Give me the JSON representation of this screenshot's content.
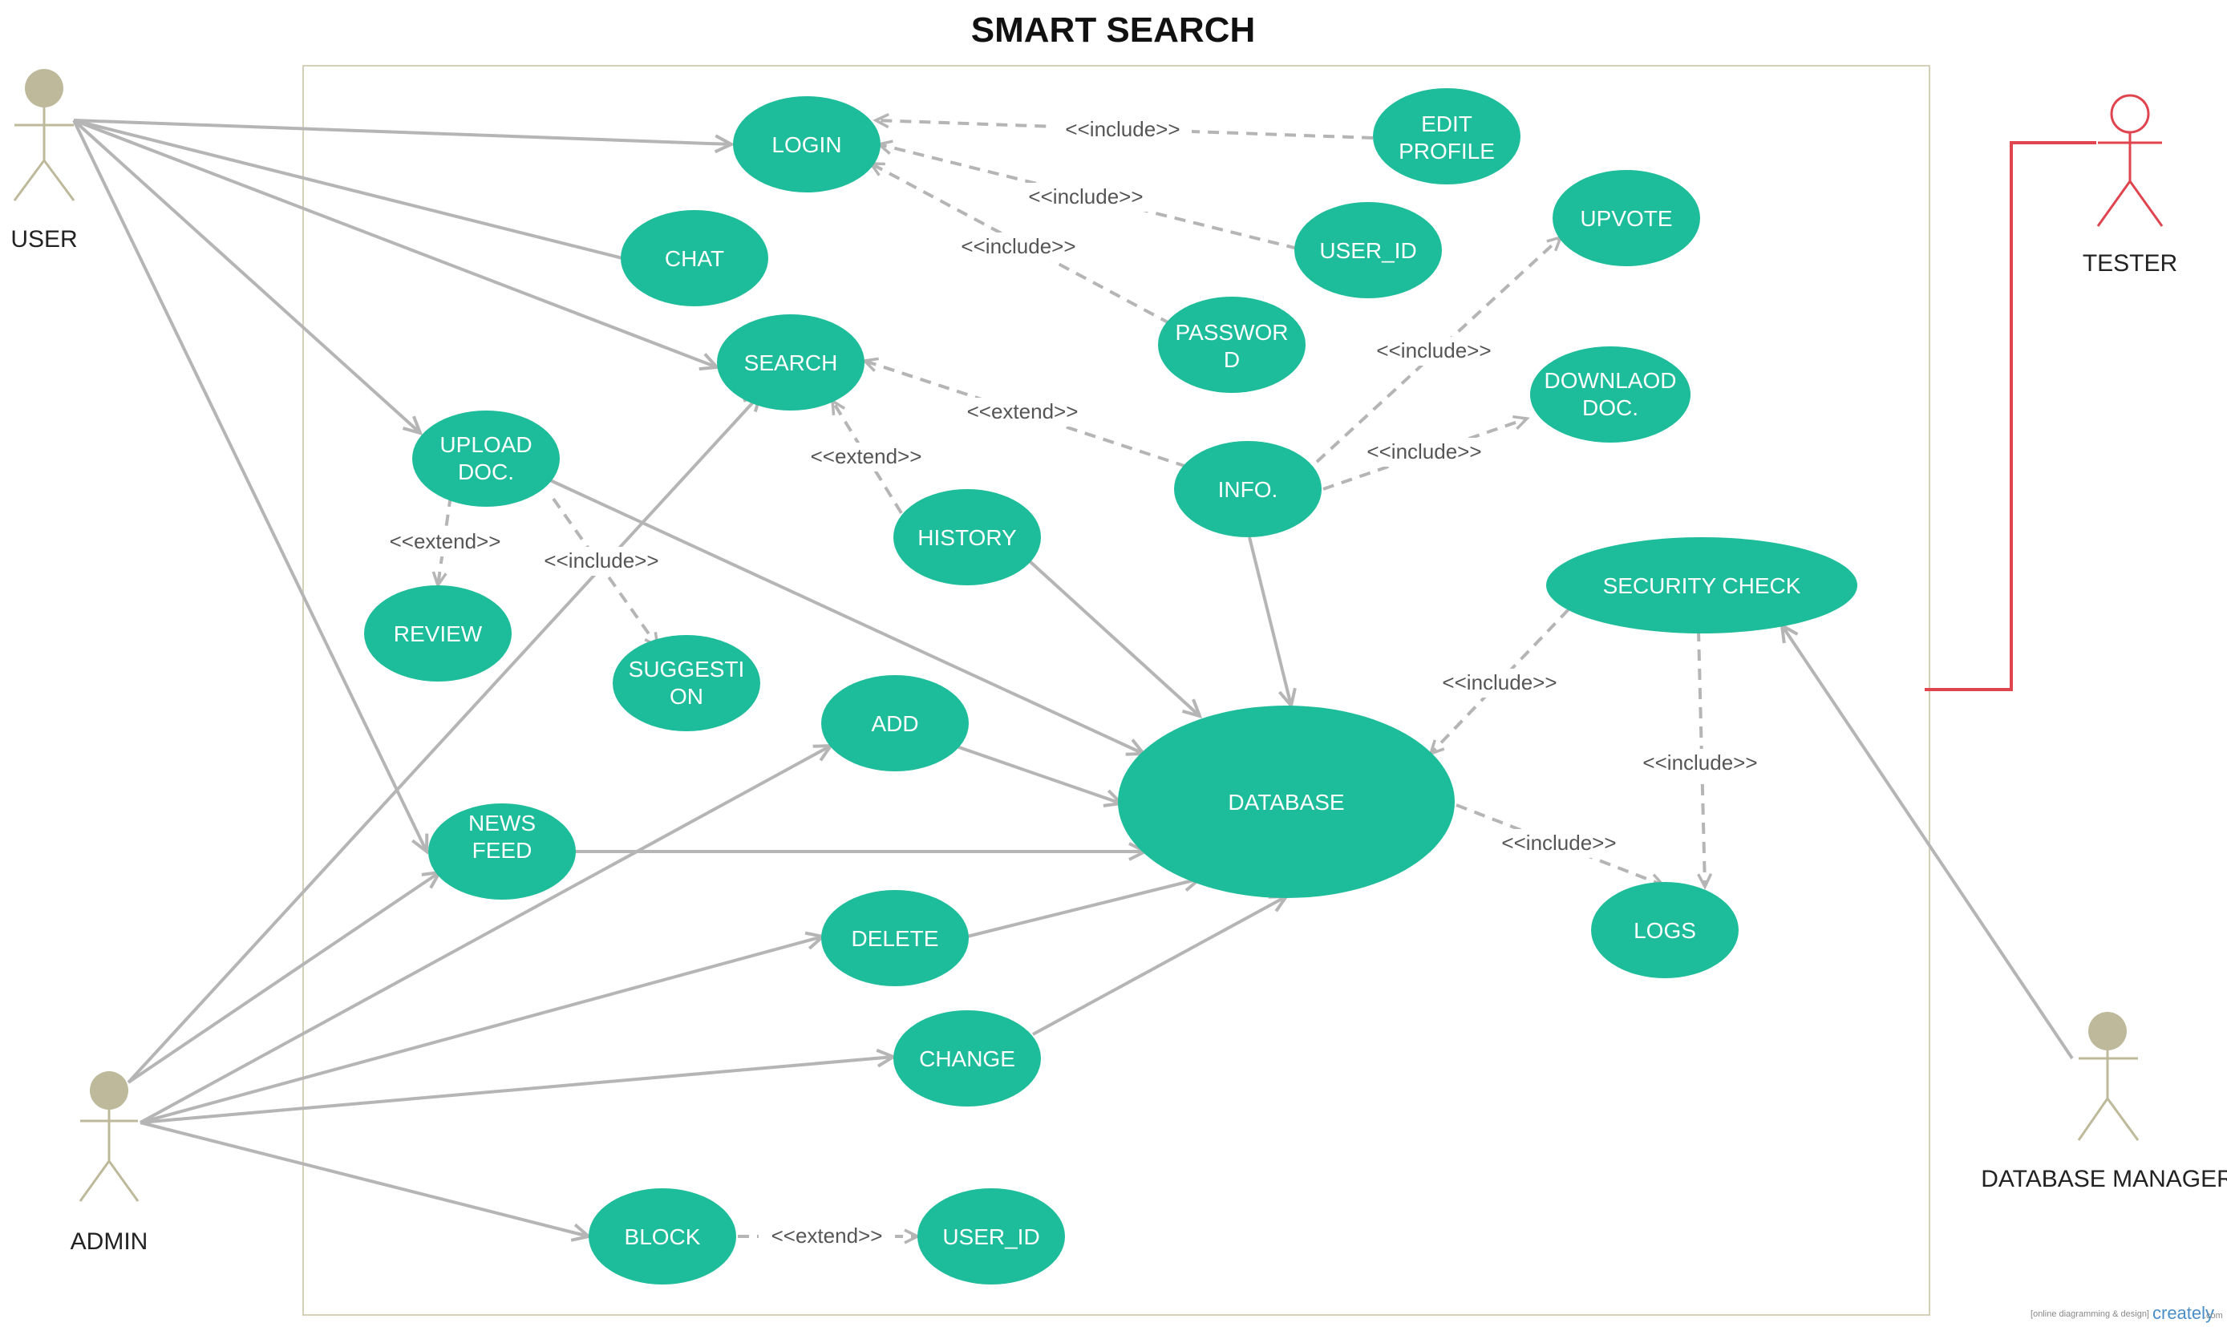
{
  "title": "SMART SEARCH",
  "colors": {
    "usecase_fill": "#1dbc9a",
    "association_line": "#b5b5b5",
    "dashed_line": "#b5b5b5",
    "boundary": "#d4d1b8",
    "actor_head": "#bdb99a",
    "tester_line": "#e0454f"
  },
  "actors": {
    "user": "USER",
    "admin": "ADMIN",
    "tester": "TESTER",
    "db_manager": "DATABASE MANAGER"
  },
  "usecases": {
    "login": [
      "LOGIN"
    ],
    "edit_profile": [
      "EDIT",
      "PROFILE"
    ],
    "chat": [
      "CHAT"
    ],
    "user_id_top": [
      "USER_ID"
    ],
    "upvote": [
      "UPVOTE"
    ],
    "search": [
      "SEARCH"
    ],
    "password": [
      "PASSWOR",
      "D"
    ],
    "download_doc": [
      "DOWNLAOD",
      "DOC."
    ],
    "upload_doc": [
      "UPLOAD",
      "DOC."
    ],
    "info": [
      "INFO."
    ],
    "history": [
      "HISTORY"
    ],
    "security_check": [
      "SECURITY CHECK"
    ],
    "review": [
      "REVIEW"
    ],
    "suggestion": [
      "SUGGESTI",
      "ON"
    ],
    "add": [
      "ADD"
    ],
    "database": [
      "DATABASE"
    ],
    "news_feed": [
      "NEWS",
      "FEED"
    ],
    "delete": [
      "DELETE"
    ],
    "logs": [
      "LOGS"
    ],
    "change": [
      "CHANGE"
    ],
    "block": [
      "BLOCK"
    ],
    "user_id_bottom": [
      "USER_ID"
    ]
  },
  "relations": {
    "edit_profile_login": "<<include>>",
    "user_id_login": "<<include>>",
    "password_login": "<<include>>",
    "info_search": "<<extend>>",
    "history_search": "<<extend>>",
    "info_upvote": "<<include>>",
    "info_download": "<<include>>",
    "upload_review": "<<extend>>",
    "upload_suggestion": "<<include>>",
    "security_database": "<<include>>",
    "security_logs": "<<include>>",
    "database_logs": "<<include>>",
    "block_user_id": "<<extend>>"
  },
  "brand": {
    "tagline": "[online diagramming & design]",
    "logo": "creately",
    "suffix": ".com"
  }
}
